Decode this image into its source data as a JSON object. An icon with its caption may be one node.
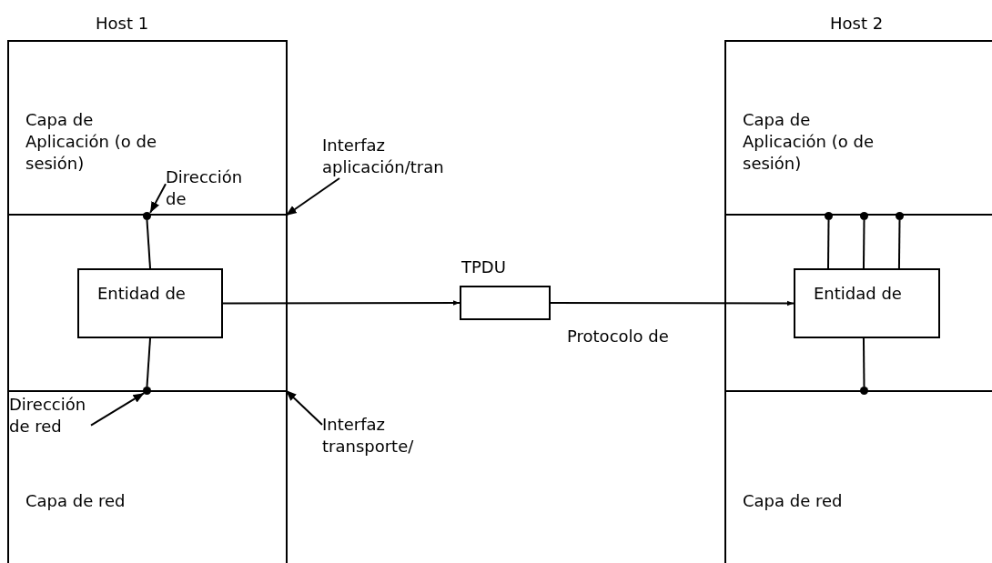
{
  "diagram": {
    "nodes": [
      {
        "text": [
          "Host 1"
        ]
      },
      {
        "text": [
          "Capa de Aplicación (o de sesión)"
        ],
        "in": 0
      },
      {
        "text": [
          "Entidad de"
        ],
        "in": 0
      },
      {
        "text": [
          "Capa de red"
        ],
        "in": 0
      },
      {
        "text": [
          "Host 2"
        ]
      },
      {
        "text": [
          "Capa de Aplicación (o de sesión)"
        ],
        "in": 4
      },
      {
        "text": [
          "Entidad de"
        ],
        "in": 4
      },
      {
        "text": [
          "Capa de red"
        ],
        "in": 4
      },
      {
        "text": [
          "TPDU"
        ]
      },
      {
        "text": [
          "Dirección de"
        ],
        "in": 1
      },
      {
        "text": [
          "Interfaz aplicación/tran"
        ]
      },
      {
        "text": [
          "Dirección de red"
        ],
        "in": 3
      },
      {
        "text": [
          "Interfaz transporte/"
        ]
      },
      {
        "text": [],
        "shape": "circle",
        "in": 0
      },
      {
        "text": [],
        "shape": "circle",
        "in": 0
      },
      {
        "text": [],
        "shape": "circle",
        "in": 4
      },
      {
        "text": [],
        "shape": "circle",
        "in": 4
      },
      {
        "text": [],
        "shape": "circle",
        "in": 4
      },
      {
        "text": [],
        "shape": "circle",
        "in": 4
      }
    ],
    "edges": [
      {
        "from": 2,
        "to": 8,
        "arrow": "to"
      },
      {
        "from": 8,
        "to": 6,
        "arrow": "to"
      },
      {
        "from": 2,
        "to": 13,
        "arrow": "none"
      },
      {
        "from": 2,
        "to": 14,
        "arrow": "none"
      },
      {
        "from": 6,
        "to": 15,
        "arrow": "none"
      },
      {
        "from": 6,
        "to": 16,
        "arrow": "none"
      },
      {
        "from": 6,
        "to": 17,
        "arrow": "none"
      },
      {
        "from": 6,
        "to": 18,
        "arrow": "none"
      },
      {
        "from": 9,
        "to": 13,
        "arrow": "to"
      },
      {
        "from": 10,
        "to": 1,
        "arrow": "to"
      },
      {
        "from": 11,
        "to": 14,
        "arrow": "to"
      },
      {
        "from": 12,
        "to": 3,
        "arrow": "to"
      }
    ],
    "labels": [
      "Protocolo de"
    ]
  }
}
